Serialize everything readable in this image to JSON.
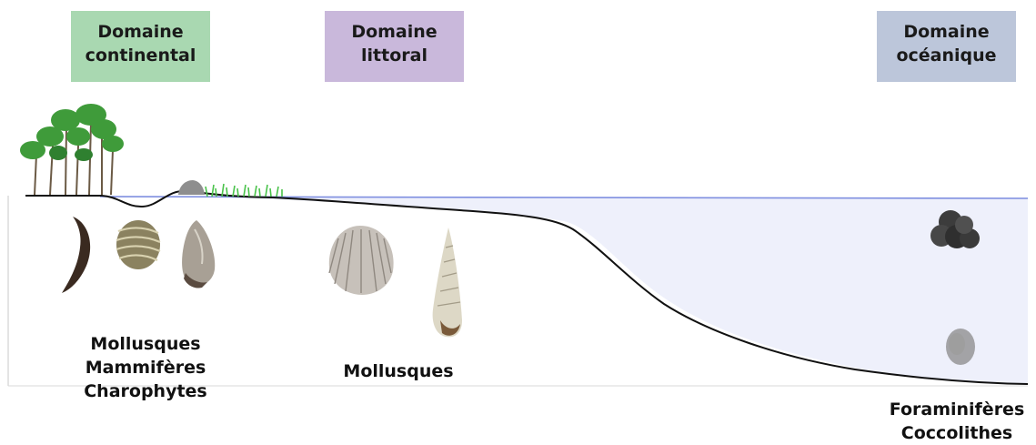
{
  "domains": {
    "continental": {
      "line1": "Domaine",
      "line2": "continental",
      "color": "#a9d8b1"
    },
    "littoral": {
      "line1": "Domaine",
      "line2": "littoral",
      "color": "#c9b8db"
    },
    "oceanique": {
      "line1": "Domaine",
      "line2": "océanique",
      "color": "#bcc6da"
    }
  },
  "fossils": {
    "continental": [
      "Mollusques",
      "Mammifères",
      "Charophytes"
    ],
    "littoral": [
      "Mollusques"
    ],
    "oceanique": [
      "Foraminifères",
      "Coccolithes"
    ]
  },
  "colors": {
    "sea_fill": "#eef0fb",
    "sea_surface": "#7f8fe0",
    "ground_line": "#111111",
    "vegetation": "#3f9b3a"
  }
}
